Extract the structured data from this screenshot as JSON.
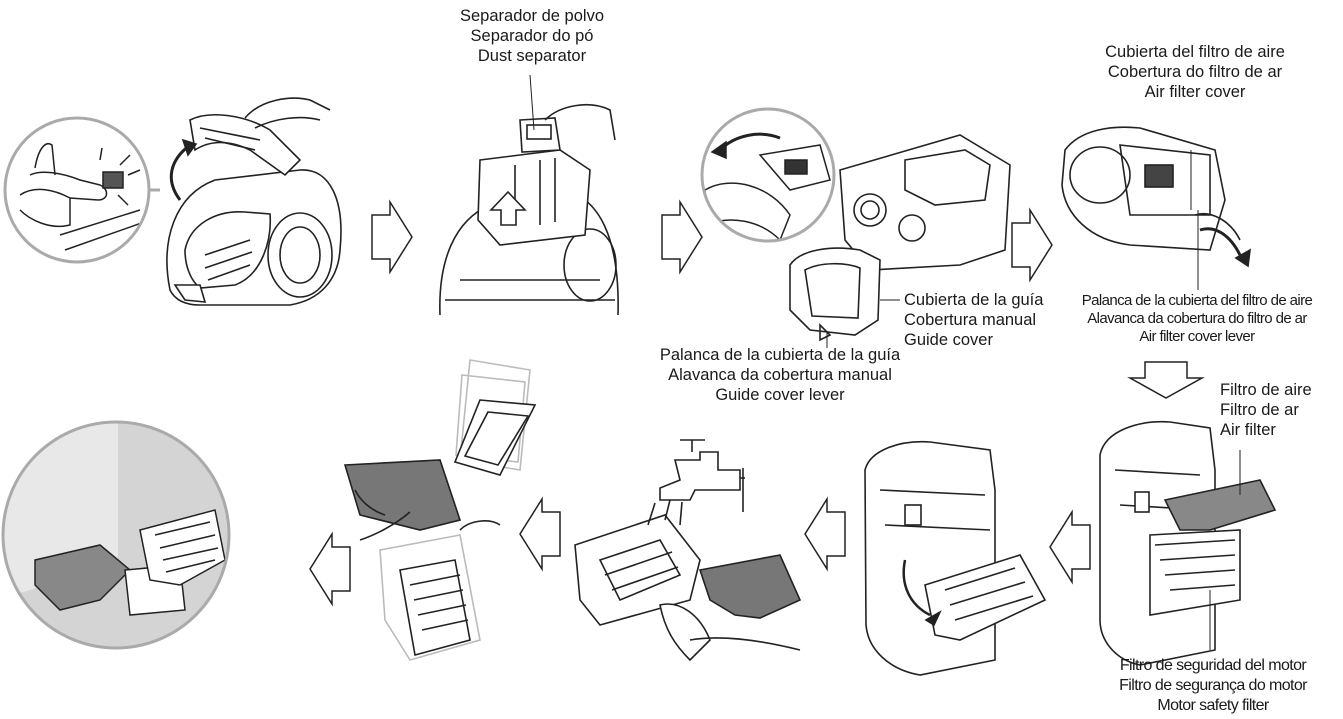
{
  "labels": {
    "dust_separator": [
      "Separador de polvo",
      "Separador do pó",
      "Dust separator"
    ],
    "guide_cover": [
      "Cubierta de la guía",
      "Cobertura manual",
      "Guide cover"
    ],
    "guide_cover_lever": [
      "Palanca de la cubierta de la guía",
      "Alavanca da cobertura manual",
      "Guide cover lever"
    ],
    "air_filter_cover": [
      "Cubierta del filtro de aire",
      "Cobertura do filtro de ar",
      "Air filter cover"
    ],
    "air_filter_cover_lever": [
      "Palanca de la cubierta del filtro de aire",
      "Alavanca da cobertura do filtro de ar",
      "Air filter cover lever"
    ],
    "air_filter": [
      "Filtro de aire",
      "Filtro de ar",
      "Air filter"
    ],
    "motor_safety_filter": [
      "Filtro de seguridad del motor",
      "Filtro de segurança do motor",
      "Motor safety filter"
    ]
  }
}
